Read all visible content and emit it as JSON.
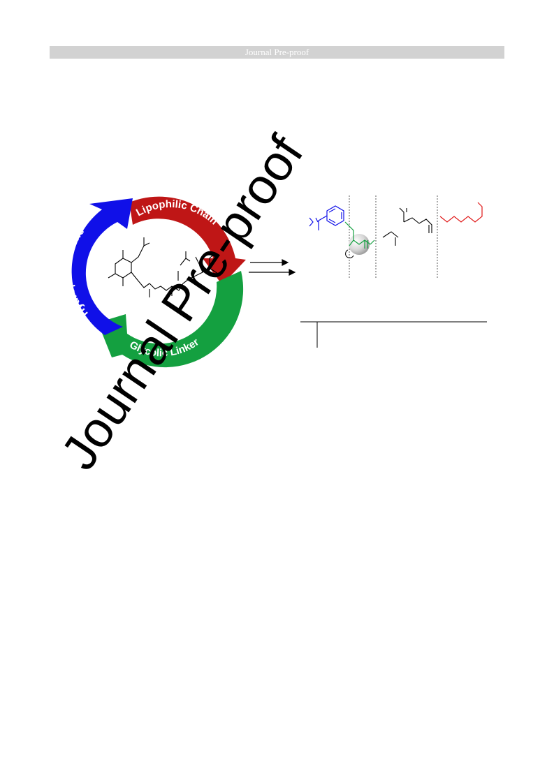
{
  "header": {
    "title": "Journal Pre-proof"
  },
  "cycle": {
    "lipophilic_label": "Lipophilic Chain",
    "hydrophilic_label": "Hydrophilic Arene",
    "glycolic_label": "Glycolic Linker",
    "colors": {
      "lipophilic": "#bf1616",
      "hydrophilic": "#1010e8",
      "glycolic": "#14a040"
    }
  },
  "watermark": {
    "text": "Journal Pre-proof"
  }
}
